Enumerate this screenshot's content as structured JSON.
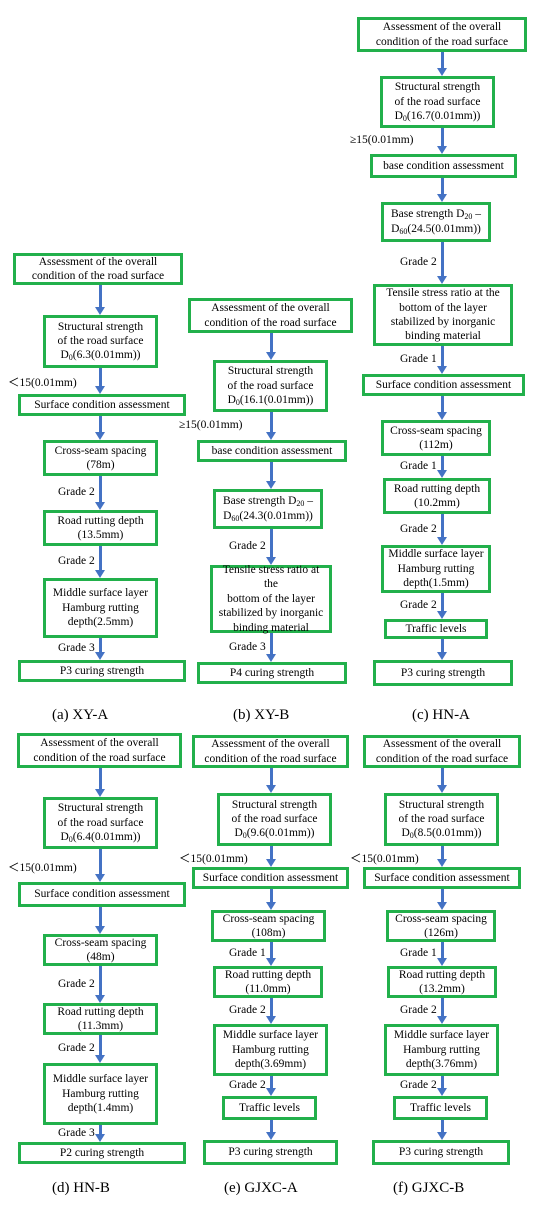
{
  "diagrams": [
    {
      "id": "xy-a",
      "caption": "(a) XY-A",
      "nodes": [
        {
          "lines": [
            "Assessment of the overall",
            "condition of the road surface"
          ]
        },
        {
          "lines": [
            "Structural strength",
            "of the road surface",
            "D₀(6.3(0.01mm))"
          ]
        },
        {
          "lines": [
            "Surface condition assessment"
          ]
        },
        {
          "lines": [
            "Cross-seam spacing",
            "(78m)"
          ]
        },
        {
          "lines": [
            "Road rutting depth",
            "(13.5mm)"
          ]
        },
        {
          "lines": [
            "Middle surface layer",
            "Hamburg rutting",
            "depth(2.5mm)"
          ]
        },
        {
          "lines": [
            "P3 curing strength"
          ]
        }
      ],
      "edge_labels": [
        "",
        "＜15(0.01mm)",
        "",
        "Grade 2",
        "Grade 2",
        "Grade 3"
      ]
    },
    {
      "id": "xy-b",
      "caption": "(b) XY-B",
      "nodes": [
        {
          "lines": [
            "Assessment of the overall",
            "condition of the road surface"
          ]
        },
        {
          "lines": [
            "Structural strength",
            "of the road surface",
            "D₀(16.1(0.01mm))"
          ]
        },
        {
          "lines": [
            "base condition assessment"
          ]
        },
        {
          "lines": [
            "Base strength D₂₀ –",
            "D₆₀(24.3(0.01mm))"
          ]
        },
        {
          "lines": [
            "Tensile stress ratio at the",
            "bottom of the layer",
            "stabilized by inorganic",
            "binding material"
          ]
        },
        {
          "lines": [
            "P4 curing strength"
          ]
        }
      ],
      "edge_labels": [
        "",
        "≥15(0.01mm)",
        "",
        "Grade 2",
        "Grade 3"
      ]
    },
    {
      "id": "hn-a",
      "caption": "(c) HN-A",
      "nodes": [
        {
          "lines": [
            "Assessment of the overall",
            "condition of the road surface"
          ]
        },
        {
          "lines": [
            "Structural strength",
            "of the road surface",
            "D₀(16.7(0.01mm))"
          ]
        },
        {
          "lines": [
            "base condition assessment"
          ]
        },
        {
          "lines": [
            "Base strength D₂₀ –",
            "D₆₀(24.5(0.01mm))"
          ]
        },
        {
          "lines": [
            "Tensile stress ratio at the",
            "bottom of the layer",
            "stabilized by inorganic",
            "binding material"
          ]
        },
        {
          "lines": [
            "Surface condition assessment"
          ]
        },
        {
          "lines": [
            "Cross-seam spacing",
            "(112m)"
          ]
        },
        {
          "lines": [
            "Road rutting depth",
            "(10.2mm)"
          ]
        },
        {
          "lines": [
            "Middle surface layer",
            "Hamburg rutting",
            "depth(1.5mm)"
          ]
        },
        {
          "lines": [
            "Traffic levels"
          ]
        },
        {
          "lines": [
            "P3 curing strength"
          ]
        }
      ],
      "edge_labels": [
        "",
        "≥15(0.01mm)",
        "",
        "Grade 2",
        "Grade 1",
        "",
        "Grade 1",
        "Grade 2",
        "Grade 2",
        ""
      ]
    },
    {
      "id": "hn-b",
      "caption": "(d) HN-B",
      "nodes": [
        {
          "lines": [
            "Assessment of the overall",
            "condition of the road surface"
          ]
        },
        {
          "lines": [
            "Structural strength",
            "of the road surface",
            "D₀(6.4(0.01mm))"
          ]
        },
        {
          "lines": [
            "Surface condition assessment"
          ]
        },
        {
          "lines": [
            "Cross-seam spacing",
            "(48m)"
          ]
        },
        {
          "lines": [
            "Road rutting depth",
            "(11.3mm)"
          ]
        },
        {
          "lines": [
            "Middle surface layer",
            "Hamburg rutting",
            "depth(1.4mm)"
          ]
        },
        {
          "lines": [
            "P2 curing strength"
          ]
        }
      ],
      "edge_labels": [
        "",
        "＜15(0.01mm)",
        "",
        "Grade 2",
        "Grade 2",
        "Grade 3"
      ]
    },
    {
      "id": "gjxc-a",
      "caption": "(e) GJXC-A",
      "nodes": [
        {
          "lines": [
            "Assessment of the overall",
            "condition of the road surface"
          ]
        },
        {
          "lines": [
            "Structural strength",
            "of the road surface",
            "D₀(9.6(0.01mm))"
          ]
        },
        {
          "lines": [
            "Surface condition assessment"
          ]
        },
        {
          "lines": [
            "Cross-seam spacing",
            "(108m)"
          ]
        },
        {
          "lines": [
            "Road rutting depth",
            "(11.0mm)"
          ]
        },
        {
          "lines": [
            "Middle surface layer",
            "Hamburg rutting",
            "depth(3.69mm)"
          ]
        },
        {
          "lines": [
            "Traffic levels"
          ]
        },
        {
          "lines": [
            "P3 curing strength"
          ]
        }
      ],
      "edge_labels": [
        "",
        "＜15(0.01mm)",
        "",
        "Grade 1",
        "Grade 2",
        "Grade 2",
        ""
      ]
    },
    {
      "id": "gjxc-b",
      "caption": "(f) GJXC-B",
      "nodes": [
        {
          "lines": [
            "Assessment of the overall",
            "condition of the road surface"
          ]
        },
        {
          "lines": [
            "Structural strength",
            "of the road surface",
            "D₀(8.5(0.01mm))"
          ]
        },
        {
          "lines": [
            "Surface condition assessment"
          ]
        },
        {
          "lines": [
            "Cross-seam spacing",
            "(126m)"
          ]
        },
        {
          "lines": [
            "Road rutting depth",
            "(13.2mm)"
          ]
        },
        {
          "lines": [
            "Middle surface layer",
            "Hamburg rutting",
            "depth(3.76mm)"
          ]
        },
        {
          "lines": [
            "Traffic levels"
          ]
        },
        {
          "lines": [
            "P3 curing strength"
          ]
        }
      ],
      "edge_labels": [
        "",
        "＜15(0.01mm)",
        "",
        "Grade 1",
        "Grade 2",
        "Grade 2",
        ""
      ]
    }
  ],
  "colors": {
    "box_border": "#22b04b",
    "arrow": "#4472c4"
  }
}
